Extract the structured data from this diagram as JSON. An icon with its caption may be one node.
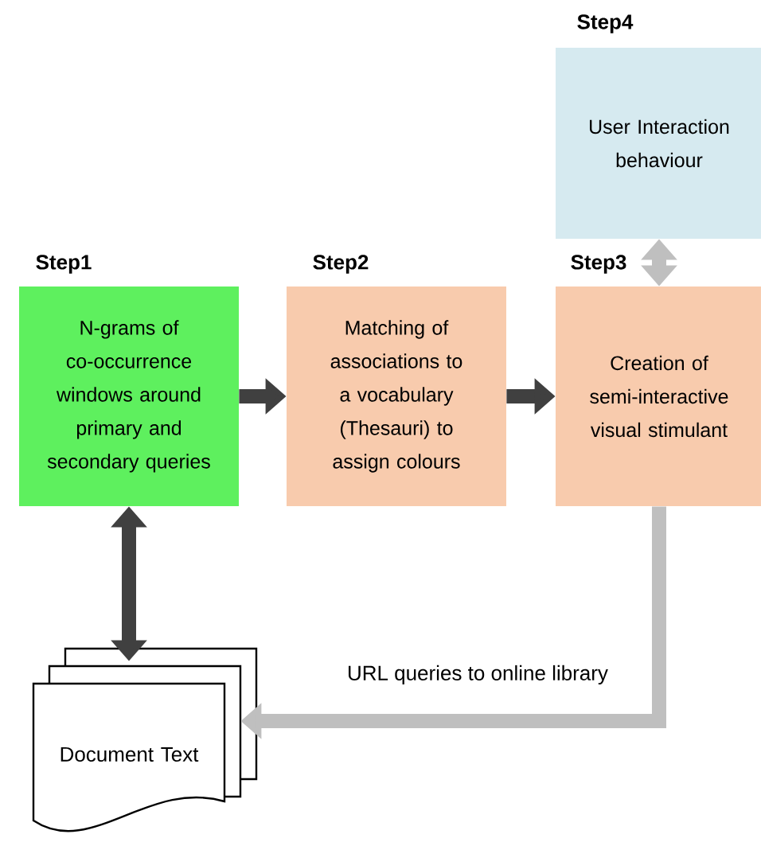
{
  "diagram": {
    "nodes": [
      {
        "text": [
          "Step1",
          "N-grams of co-occurrence windows around primary and secondary queries"
        ]
      },
      {
        "text": [
          "Step2",
          "Matching of associations to a vocabulary (Thesauri) to assign colours"
        ]
      },
      {
        "text": [
          "Step3",
          "Creation of semi-interactive visual stimulant"
        ]
      },
      {
        "text": [
          "Step4",
          "User Interaction behaviour"
        ]
      },
      {
        "text": [
          "Document Text"
        ]
      }
    ],
    "edges": [
      {
        "from": 0,
        "to": 1,
        "arrow": "to"
      },
      {
        "from": 1,
        "to": 2,
        "arrow": "to"
      },
      {
        "from": 3,
        "to": 2,
        "arrow": "both",
        "color": "#bfbfbf"
      },
      {
        "from": 0,
        "to": 4,
        "arrow": "both"
      },
      {
        "from": 2,
        "to": 4,
        "arrow": "to",
        "label": "URL queries to online library",
        "color": "#bfbfbf"
      }
    ]
  }
}
